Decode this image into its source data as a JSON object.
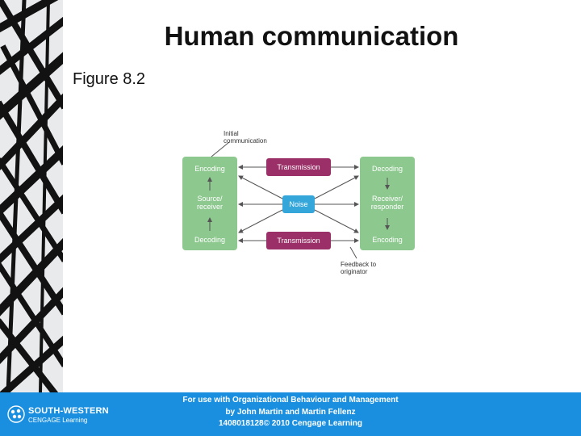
{
  "slide": {
    "title": "Human communication",
    "subtitle": "Figure 8.2"
  },
  "diagram": {
    "left_column": [
      "Encoding",
      "Source/\nreceiver",
      "Decoding"
    ],
    "right_column": [
      "Decoding",
      "Receiver/\nresponder",
      "Encoding"
    ],
    "top_transmission": "Transmission",
    "bottom_transmission": "Transmission",
    "center": "Noise",
    "annotation_top": "Initial\ncommunication",
    "annotation_bottom": "Feedback to\noriginator"
  },
  "footer": {
    "logo_main": "SOUTH-WESTERN",
    "logo_sub": "CENGAGE Learning",
    "line1": "For use with Organizational Behaviour and Management",
    "line2": "by John Martin and Martin Fellenz",
    "line3": "1408018128© 2010 Cengage Learning"
  },
  "colors": {
    "green_box": "#8dc88f",
    "purple_box": "#9b2f67",
    "blue_box": "#35a6da",
    "footer": "#1a8fe0"
  }
}
